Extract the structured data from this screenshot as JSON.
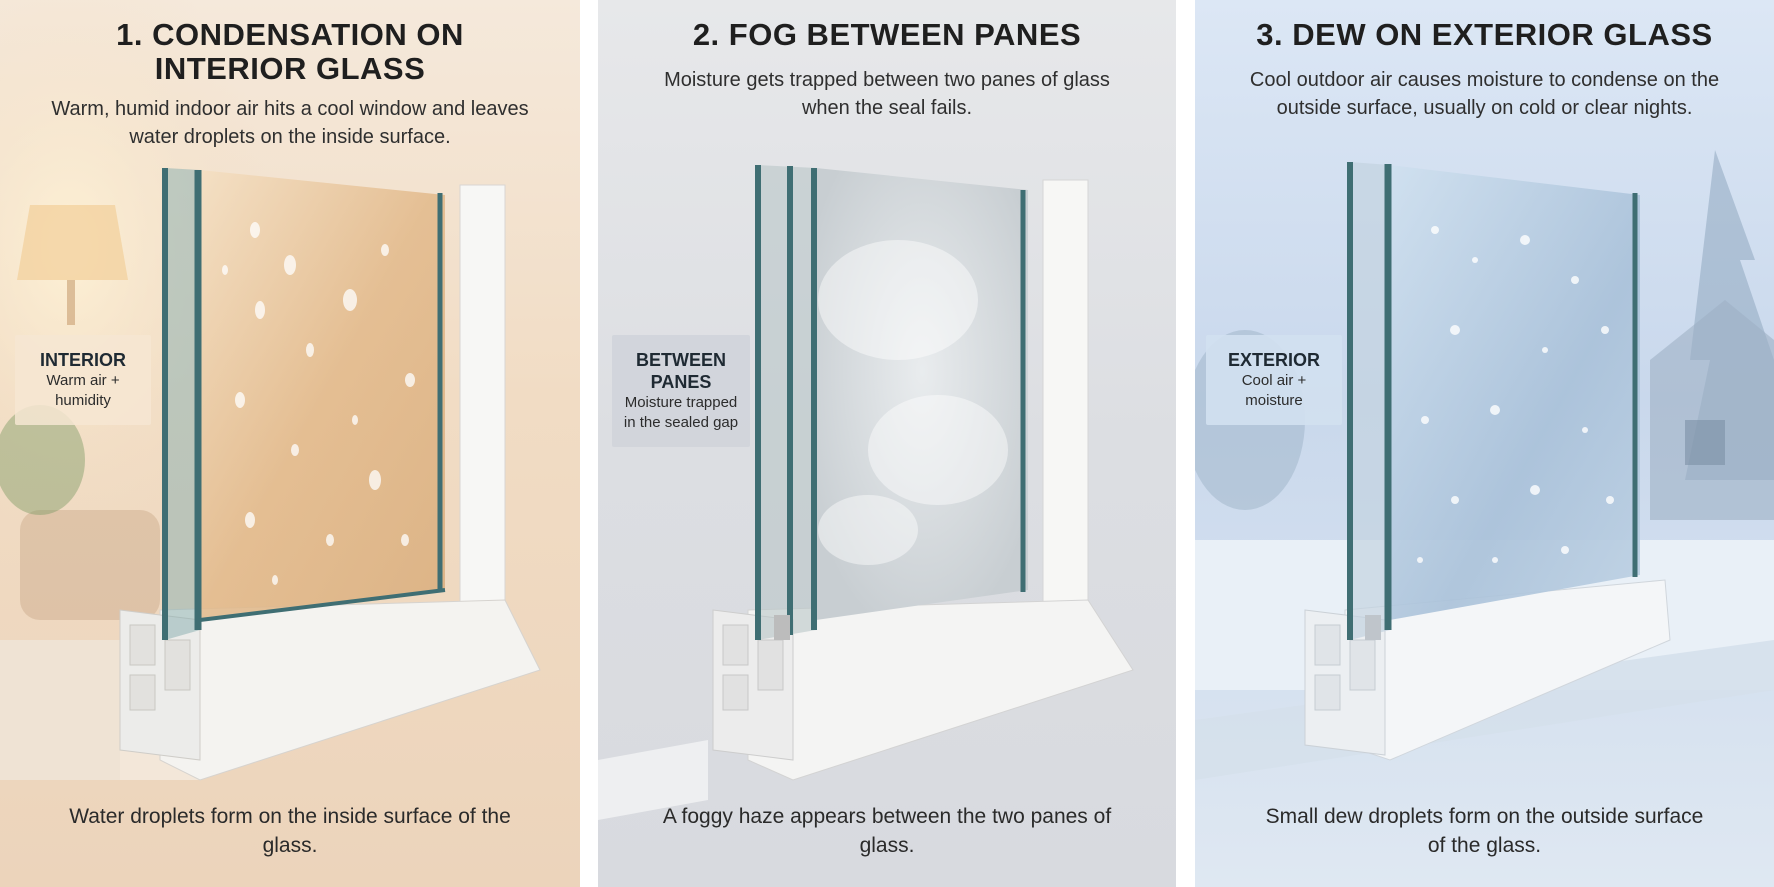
{
  "colors": {
    "interior_bg": "#f1dcc4",
    "between_bg": "#dcdee2",
    "exterior_bg": "#c9d8ec",
    "frame_white": "#f7f7f5",
    "glass_edge": "#3f6e73"
  },
  "panels": [
    {
      "title": "1. CONDENSATION ON INTERIOR GLASS",
      "description": "Warm, humid indoor air hits a cool window and leaves water droplets on the inside surface.",
      "tag_title": "INTERIOR",
      "tag_sub": "Warm air + humidity",
      "caption": "Water droplets form on the inside surface of the glass."
    },
    {
      "title": "2. FOG BETWEEN PANES",
      "description": "Moisture gets trapped between two panes of glass when the seal fails.",
      "tag_title": "BETWEEN PANES",
      "tag_sub": "Moisture trapped in the sealed gap",
      "caption": "A foggy haze appears between the two panes of glass."
    },
    {
      "title": "3. DEW ON EXTERIOR GLASS",
      "description": "Cool outdoor air causes moisture to condense on the outside surface, usually on cold or clear nights.",
      "tag_title": "EXTERIOR",
      "tag_sub": "Cool air + moisture",
      "caption": "Small dew droplets form on the outside surface of the glass."
    }
  ]
}
